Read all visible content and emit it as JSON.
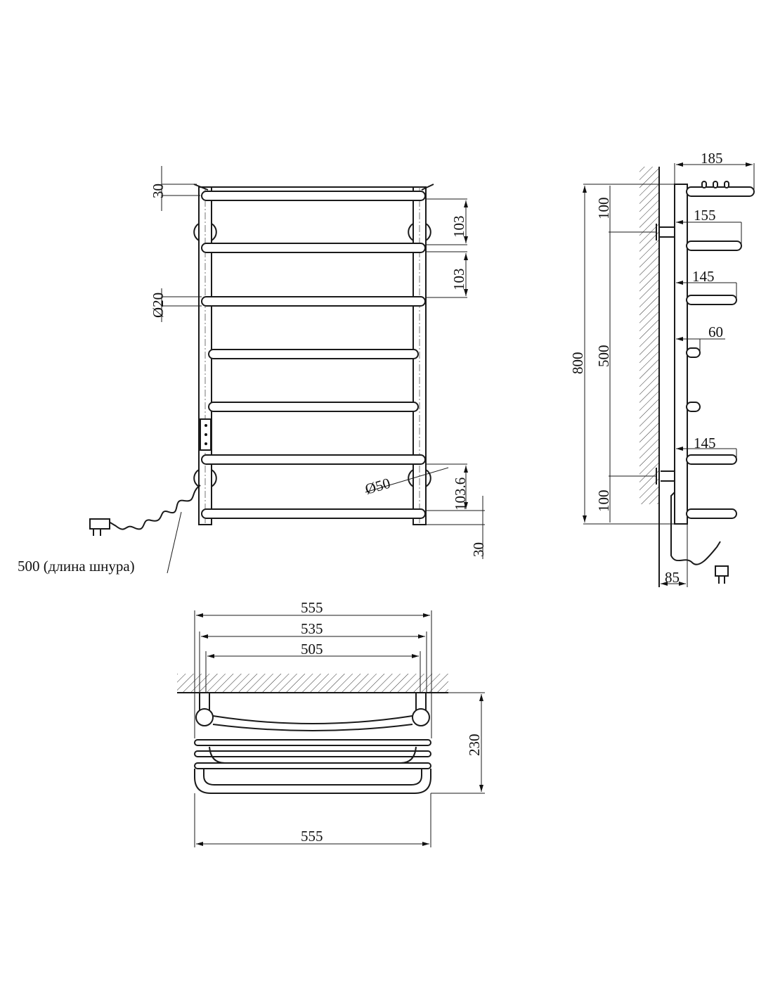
{
  "front_view": {
    "dim_top_offset": "30",
    "dim_rail_spacing_1": "103",
    "dim_rail_spacing_2": "103",
    "dim_tube_diameter": "Ø20",
    "dim_bracket_diameter": "Ø50",
    "dim_rail_spacing_bottom": "103.6",
    "dim_bottom_offset": "30",
    "cord_length_label": "500 (длина шнура)"
  },
  "side_view": {
    "dim_depth_top": "185",
    "dim_depth_rail2": "155",
    "dim_depth_rail3": "145",
    "dim_depth_short": "60",
    "dim_depth_rail6": "145",
    "dim_total_height": "800",
    "dim_mount_spacing": "500",
    "dim_top_mount": "100",
    "dim_bottom_mount": "100",
    "dim_wall_offset": "85"
  },
  "top_view": {
    "dim_width_overall": "555",
    "dim_width_stiles": "535",
    "dim_width_mounts": "505",
    "dim_depth": "230",
    "dim_width_bottom": "555"
  }
}
